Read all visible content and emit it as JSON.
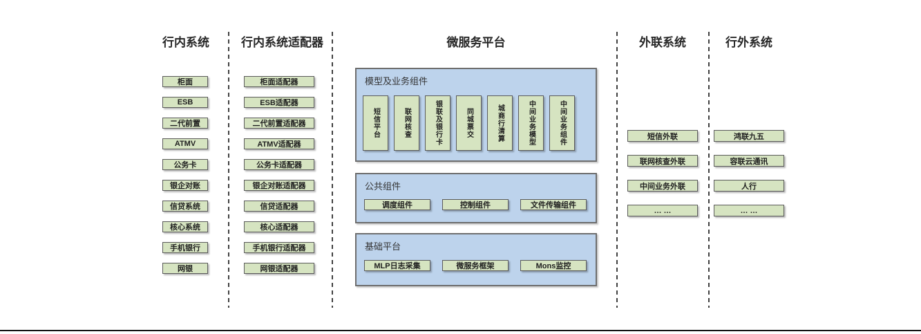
{
  "columns": {
    "internal": {
      "title": "行内系统",
      "boxes": [
        "柜面",
        "ESB",
        "二代前置",
        "ATMV",
        "公务卡",
        "银企对账",
        "信贷系统",
        "核心系统",
        "手机银行",
        "网银"
      ]
    },
    "adapters": {
      "title": "行内系统适配器",
      "boxes": [
        "柜面适配器",
        "ESB适配器",
        "二代前置适配器",
        "ATMV适配器",
        "公务卡适配器",
        "银企对账适配器",
        "信贷适配器",
        "核心适配器",
        "手机银行适配器",
        "网银适配器"
      ]
    },
    "platform": {
      "title": "微服务平台",
      "model_group": {
        "title": "模型及业务组件",
        "boxes": [
          "短信平台",
          "联网核查",
          "银联及银行卡",
          "同城票交",
          "城商行清算",
          "中间业务模型",
          "中间业务组件"
        ]
      },
      "common_group": {
        "title": "公共组件",
        "boxes": [
          "调度组件",
          "控制组件",
          "文件传输组件"
        ]
      },
      "base_group": {
        "title": "基础平台",
        "boxes": [
          "MLP日志采集",
          "微服务框架",
          "Mons监控"
        ]
      }
    },
    "outlink": {
      "title": "外联系统",
      "boxes": [
        "短信外联",
        "联网核查外联",
        "中间业务外联",
        "… …"
      ]
    },
    "external": {
      "title": "行外系统",
      "boxes": [
        "鸿联九五",
        "容联云通讯",
        "人行",
        "… …"
      ]
    }
  },
  "colors": {
    "box_fill": "#d6e4c1",
    "box_border": "#5a5a5a",
    "panel_fill": "#bdd3ec",
    "panel_border": "#6e6e6e",
    "divider": "#3f3f3f",
    "baseline": "#111111"
  }
}
